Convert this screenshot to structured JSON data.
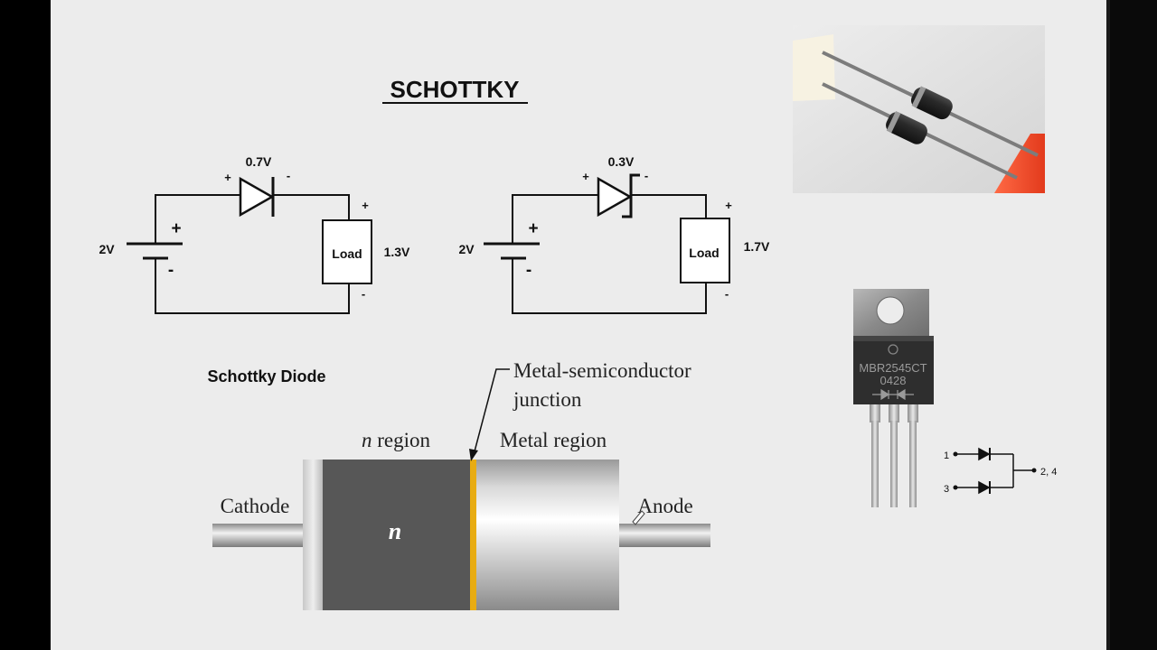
{
  "slide": {
    "title": "SCHOTTKY",
    "circuit_left": {
      "diode_voltage": "0.7V",
      "plus": "+",
      "minus": "-",
      "source_voltage": "2V",
      "battery_plus": "+",
      "battery_minus": "-",
      "load_label": "Load",
      "load_voltage": "1.3V",
      "load_plus": "+",
      "load_minus": "-"
    },
    "circuit_right": {
      "diode_voltage": "0.3V",
      "plus": "+",
      "minus": "-",
      "source_voltage": "2V",
      "battery_plus": "+",
      "battery_minus": "-",
      "load_label": "Load",
      "load_voltage": "1.7V",
      "load_plus": "+",
      "load_minus": "-"
    },
    "structure": {
      "heading": "Schottky Diode",
      "junction_label_line1": "Metal-semiconductor",
      "junction_label_line2": "junction",
      "n_region_italic": "n",
      "n_region_rest": " region",
      "metal_region": "Metal region",
      "n_center": "n",
      "cathode": "Cathode",
      "anode": "Anode"
    },
    "package": {
      "marking_line1": "MBR2545CT",
      "marking_line2": "0428",
      "pin1": "1",
      "pin3": "3",
      "pin24": "2, 4"
    }
  },
  "colors": {
    "background": "#ececec",
    "line": "#111111",
    "n_region": "#575757",
    "junction": "#e8ac12",
    "tape": "#ee4a2a"
  }
}
